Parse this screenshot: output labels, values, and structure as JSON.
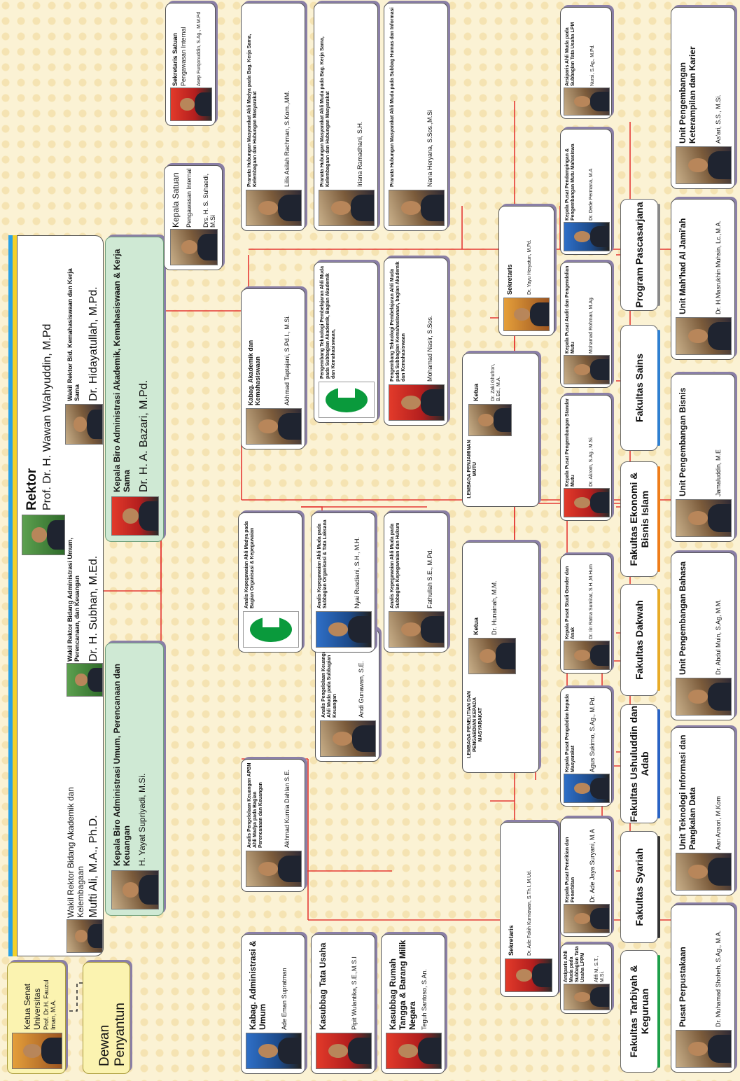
{
  "senate": {
    "title": "Ketua Senat Universitas",
    "name": "Prof. Dr.H. Fauzul Iman, M.A."
  },
  "dewan": {
    "label": "Dewan Penyantun"
  },
  "rektor": {
    "title": "Rektor",
    "name": "Prof. Dr. H. Wawan Wahyuddin, M.Pd"
  },
  "wr1": {
    "title": "Wakil Rektor Bidang Akademik dan Kelembagaan",
    "name": "Mufti Ali, M.A., Ph.D."
  },
  "wr2": {
    "title": "Wakil Rektor Bidang Administrasi Umum, Perencanaan, dan Keuangan",
    "name": "Dr. H. Subhan, M.Ed."
  },
  "wr3": {
    "title": "Wakil Rektor Bid. Kemahasiswaan dan Kerja Sama",
    "name": "Dr. Hidayatullah, M.Pd."
  },
  "spi_head": {
    "title": "Kepala Satuan",
    "subtitle": "Pengawasan Internal",
    "name": "Drs. H. S. Suhaedi, M.Si"
  },
  "spi_sec": {
    "title": "Sekretaris Satuan",
    "subtitle": "Pengawasan Internal",
    "name": "Asep Furqonuddin, S.Ag., M.M.Pd"
  },
  "biro_umum": {
    "title": "Kepala Biro Administrasi Umum, Perencanaan dan Keuangan",
    "name": "H. Yayat Supriyadi, M.Si."
  },
  "biro_akad": {
    "title": "Kepala Biro Administrasi Akademik, Kemahasiswaan & Kerja Sama",
    "name": "Dr. H. A. Bazari, M.Pd."
  },
  "kabag_umum": {
    "title": "Kabag. Administrasi & Umum",
    "name": "Ade Eman Supratman"
  },
  "kasubbag_tu": {
    "title": "Kasubbag Tata Usaha",
    "name": "Pipit Wulantika, S.E.,M.S.I"
  },
  "kasubbag_rt": {
    "title": "Kasubbag Rumah Tangga & Barang Milik Negara",
    "name": "Teguh Santoso, S.An."
  },
  "analis_apbn1": {
    "title": "Analis Pengelolaan Keuangan APBN Ahli Madya pada Bagian Perencanaan dan Keuangan",
    "name": "Akhmad Kurnia Dahlan S.E."
  },
  "analis_apbn2": {
    "title": "Analis Pengelolaan Keuangan APBN Ahli Muda pada Subbagian Keuangan",
    "name": "Andi Gunawan, S.E."
  },
  "analis_peg1": {
    "title": "Analis Kepegawaian Ahli Madya pada Bagian Organisasi & Kepegawaian",
    "name": ""
  },
  "analis_peg2": {
    "title": "Analis Kepegawaian Ahli Muda pada Subbagian Organisasi & Tata Laksana",
    "name": "Nyai Rusdiani, S.H., M.H."
  },
  "analis_peg3": {
    "title": "Analis Kepegawaian Ahli Muda pada Subbagian Kepegawaian dan Hukum",
    "name": "Fathullah S.E., M.Pd."
  },
  "kabag_akad": {
    "title": "Kabag. Akademik dan Kemahasiswaan",
    "name": "Akhmad Taptajani, S.Pd.I., M.Si."
  },
  "ptp1": {
    "title": "Pengembang Teknologi Pembelajaran Ahli Muda pada Subbagian Akademik, Bagian Akademik dan Kemahasiswaan,",
    "name": ""
  },
  "ptp2": {
    "title": "Pengembang Teknologi Pembelajaran Ahli Muda pada Subbagian Kemahasiswaan, bagian Akademik dan Kemahasiswaan",
    "name": "Mohamad Nasir, S.Sos."
  },
  "humas1": {
    "title": "Pranata Hubungan Masyarakat Ahli Madya pada Bag. Kerja Sama, Kelembagaan dan Hubungan Masyarakat",
    "name": "Lilis Asilah Rachman, S.Kom.,MM."
  },
  "humas2": {
    "title": "Pranata Hubungan Masyarakat Ahli Muda pada Bag. Kerja Sama, Kelembagaan dan Hubungan Masyarakat",
    "name": "Iriana Ramadhani, S.H."
  },
  "humas3": {
    "title": "Pranata Hubungan Masyarakat Ahli Muda pada Subbag Humas dan Informasi",
    "name": "Nana Heryana, S.Sos.,M.Si"
  },
  "lppm": {
    "title": "LEMBAGA PENELITIAN DAN PENGABDIAN KEPADA MASYARAKAT",
    "role": "Ketua",
    "name": "Dr. Hunainah, M.M."
  },
  "lppm_sek": {
    "role": "Sekretaris",
    "name": "Dr. Ade Fakih Kurniawan, S.Th.I.,M.Ud."
  },
  "lppm_arsip": {
    "title": "Arsiparis Ahli Muda pada Subbagian Tata Usaha LPPM",
    "name": "Afifi M, S.T., M.Si."
  },
  "lppm_p1": {
    "title": "Kepala Pusat Penelitian dan Penerbitan",
    "name": "Dr. Ade Jaya Suryani, M.A"
  },
  "lppm_p2": {
    "title": "Kepala Pusat Pengabdian kepada Masyarakat",
    "name": "Agus Sukirno, S.Ag., M.Pd."
  },
  "lppm_p3": {
    "title": "Kepala Pusat Studi Gender dan Anak",
    "name": "Dr. Iin Ratna Sumirat, S.H.,M.Hum"
  },
  "lpm": {
    "title": "LEMBAGA PENJAMINAN MUTU",
    "role": "Ketua",
    "name": "Dr. Zaki Ghufron, B.Ed., M.A."
  },
  "lpm_sek": {
    "role": "Sekretaris",
    "name": "Dr. Yayu Heryatun, M.Pd."
  },
  "lpm_p1": {
    "title": "Kepala Pusat Pengembangan Standar Mutu",
    "name": "Dr. Akrom, S.Ag., M.Si."
  },
  "lpm_p2": {
    "title": "Kepala Pusat Audit dan Pengendalian Mutu",
    "name": "Mohamad Rohman, M.Ag."
  },
  "lpm_p3": {
    "title": "Kepala Pusat Pendampingan & Pengembangan Mutu Mahasiswa",
    "name": "Dr. Dede Permana, M.A"
  },
  "lpm_arsip": {
    "title": "Arsiparis Ahli Muda pada Subbagian Tata Usaha LPM",
    "name": "Nursi, S.Ag., M.Pd."
  },
  "faculties": [
    {
      "label": "Fakultas Tarbiyah & Keguruan",
      "color": "#1e9f4a"
    },
    {
      "label": "Fakultas Syariah",
      "color": "#333333"
    },
    {
      "label": "Fakultas Ushuluddin dan Adab",
      "color": "#2a63c4"
    },
    {
      "label": "Fakultas Dakwah",
      "color": "#e8ab28"
    },
    {
      "label": "Fakultas Ekonomi & Bisnis Islam",
      "color": "#ef7d1a"
    },
    {
      "label": "Fakultas Sains",
      "color": "#2f7fd0"
    },
    {
      "label": "Program Pascasarjana",
      "color": "#888888"
    }
  ],
  "units": [
    {
      "title": "Pusat Perpustakaan",
      "name": "Dr. Muhamad Shoheh, S.Ag., M.A."
    },
    {
      "title": "Unit Teknologi Informasi dan Pangkalan Data",
      "name": "Aan Ansori, M.Kom"
    },
    {
      "title": "Unit Pengembangan Bahasa",
      "name": "Dr. Abdul Muin, S.Ag, M.M."
    },
    {
      "title": "Unit Pengembangan Bisnis",
      "name": "Jamaluddin, M.E"
    },
    {
      "title": "Unit Mah'had Al Jami'ah",
      "name": "Dr. H.Masrukhin Muhsin, Lc.,M.A."
    },
    {
      "title": "Unit Pengembangan Keterampilan dan Karier",
      "name": "As'ari, S.S., M.Si."
    }
  ]
}
